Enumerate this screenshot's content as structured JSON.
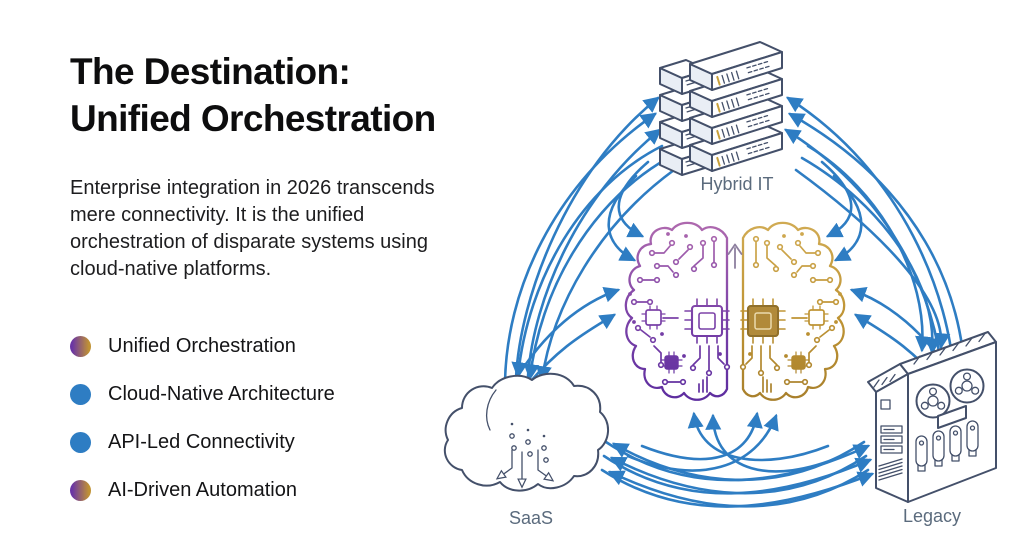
{
  "slide": {
    "title_line1": "The Destination:",
    "title_line2": "Unified Orchestration",
    "paragraph": "Enterprise integration in 2026 transcends mere connectivity. It is the unified orchestration of disparate systems using cloud-native platforms.",
    "bullets": [
      {
        "label": "Unified Orchestration",
        "dot": "gradient"
      },
      {
        "label": "Cloud-Native Architecture",
        "dot": "blue"
      },
      {
        "label": "API-Led Connectivity",
        "dot": "blue"
      },
      {
        "label": "AI-Driven Automation",
        "dot": "gradient"
      }
    ]
  },
  "diagram": {
    "nodes": [
      {
        "id": "hybrid-it",
        "label": "Hybrid IT",
        "icon": "server-stack-icon"
      },
      {
        "id": "saas",
        "label": "SaaS",
        "icon": "cloud-icon"
      },
      {
        "id": "legacy",
        "label": "Legacy",
        "icon": "mainframe-icon"
      },
      {
        "id": "ai-core",
        "label": "",
        "icon": "circuit-brain-icon"
      }
    ]
  },
  "colors": {
    "arrow_blue": "#2e7dc3",
    "bullet_blue": "#2e7dc3",
    "brain_purple": "#6b3aa5",
    "brain_gold": "#bf9434",
    "icon_outline": "#44506a",
    "label_text": "#5b6b7d",
    "title_text": "#0d0d0e",
    "body_text": "#1d1d1f"
  }
}
